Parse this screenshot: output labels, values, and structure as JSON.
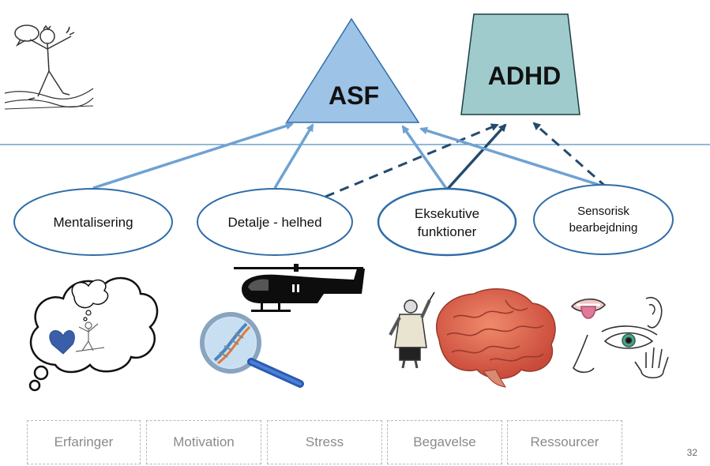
{
  "shapes": {
    "asf_label": "ASF",
    "adhd_label": "ADHD"
  },
  "nodes": [
    {
      "label": "Mentalisering"
    },
    {
      "label": "Detalje - helhed"
    },
    {
      "label_line1": "Eksekutive",
      "label_line2": "funktioner"
    },
    {
      "label_line1": "Sensorisk",
      "label_line2": "bearbejdning"
    }
  ],
  "factors": [
    "Erfaringer",
    "Motivation",
    "Stress",
    "Begavelse",
    "Ressourcer"
  ],
  "page_number": "32",
  "colors": {
    "triangle_fill": "#9dc3e6",
    "trapezoid_fill": "#a0cbcd",
    "ellipse_stroke": "#2e6ca8",
    "arrow_light": "#6fa2d3",
    "arrow_dark": "#244a6e",
    "rule": "#4f8fc4"
  },
  "icons": {
    "person": "waving-person-icon",
    "thought": "thought-cloud-icon",
    "helicopter": "helicopter-icon",
    "magnifier": "magnifying-glass-dna-icon",
    "conductor": "conductor-icon",
    "brain": "brain-icon",
    "senses": "senses-icon"
  }
}
